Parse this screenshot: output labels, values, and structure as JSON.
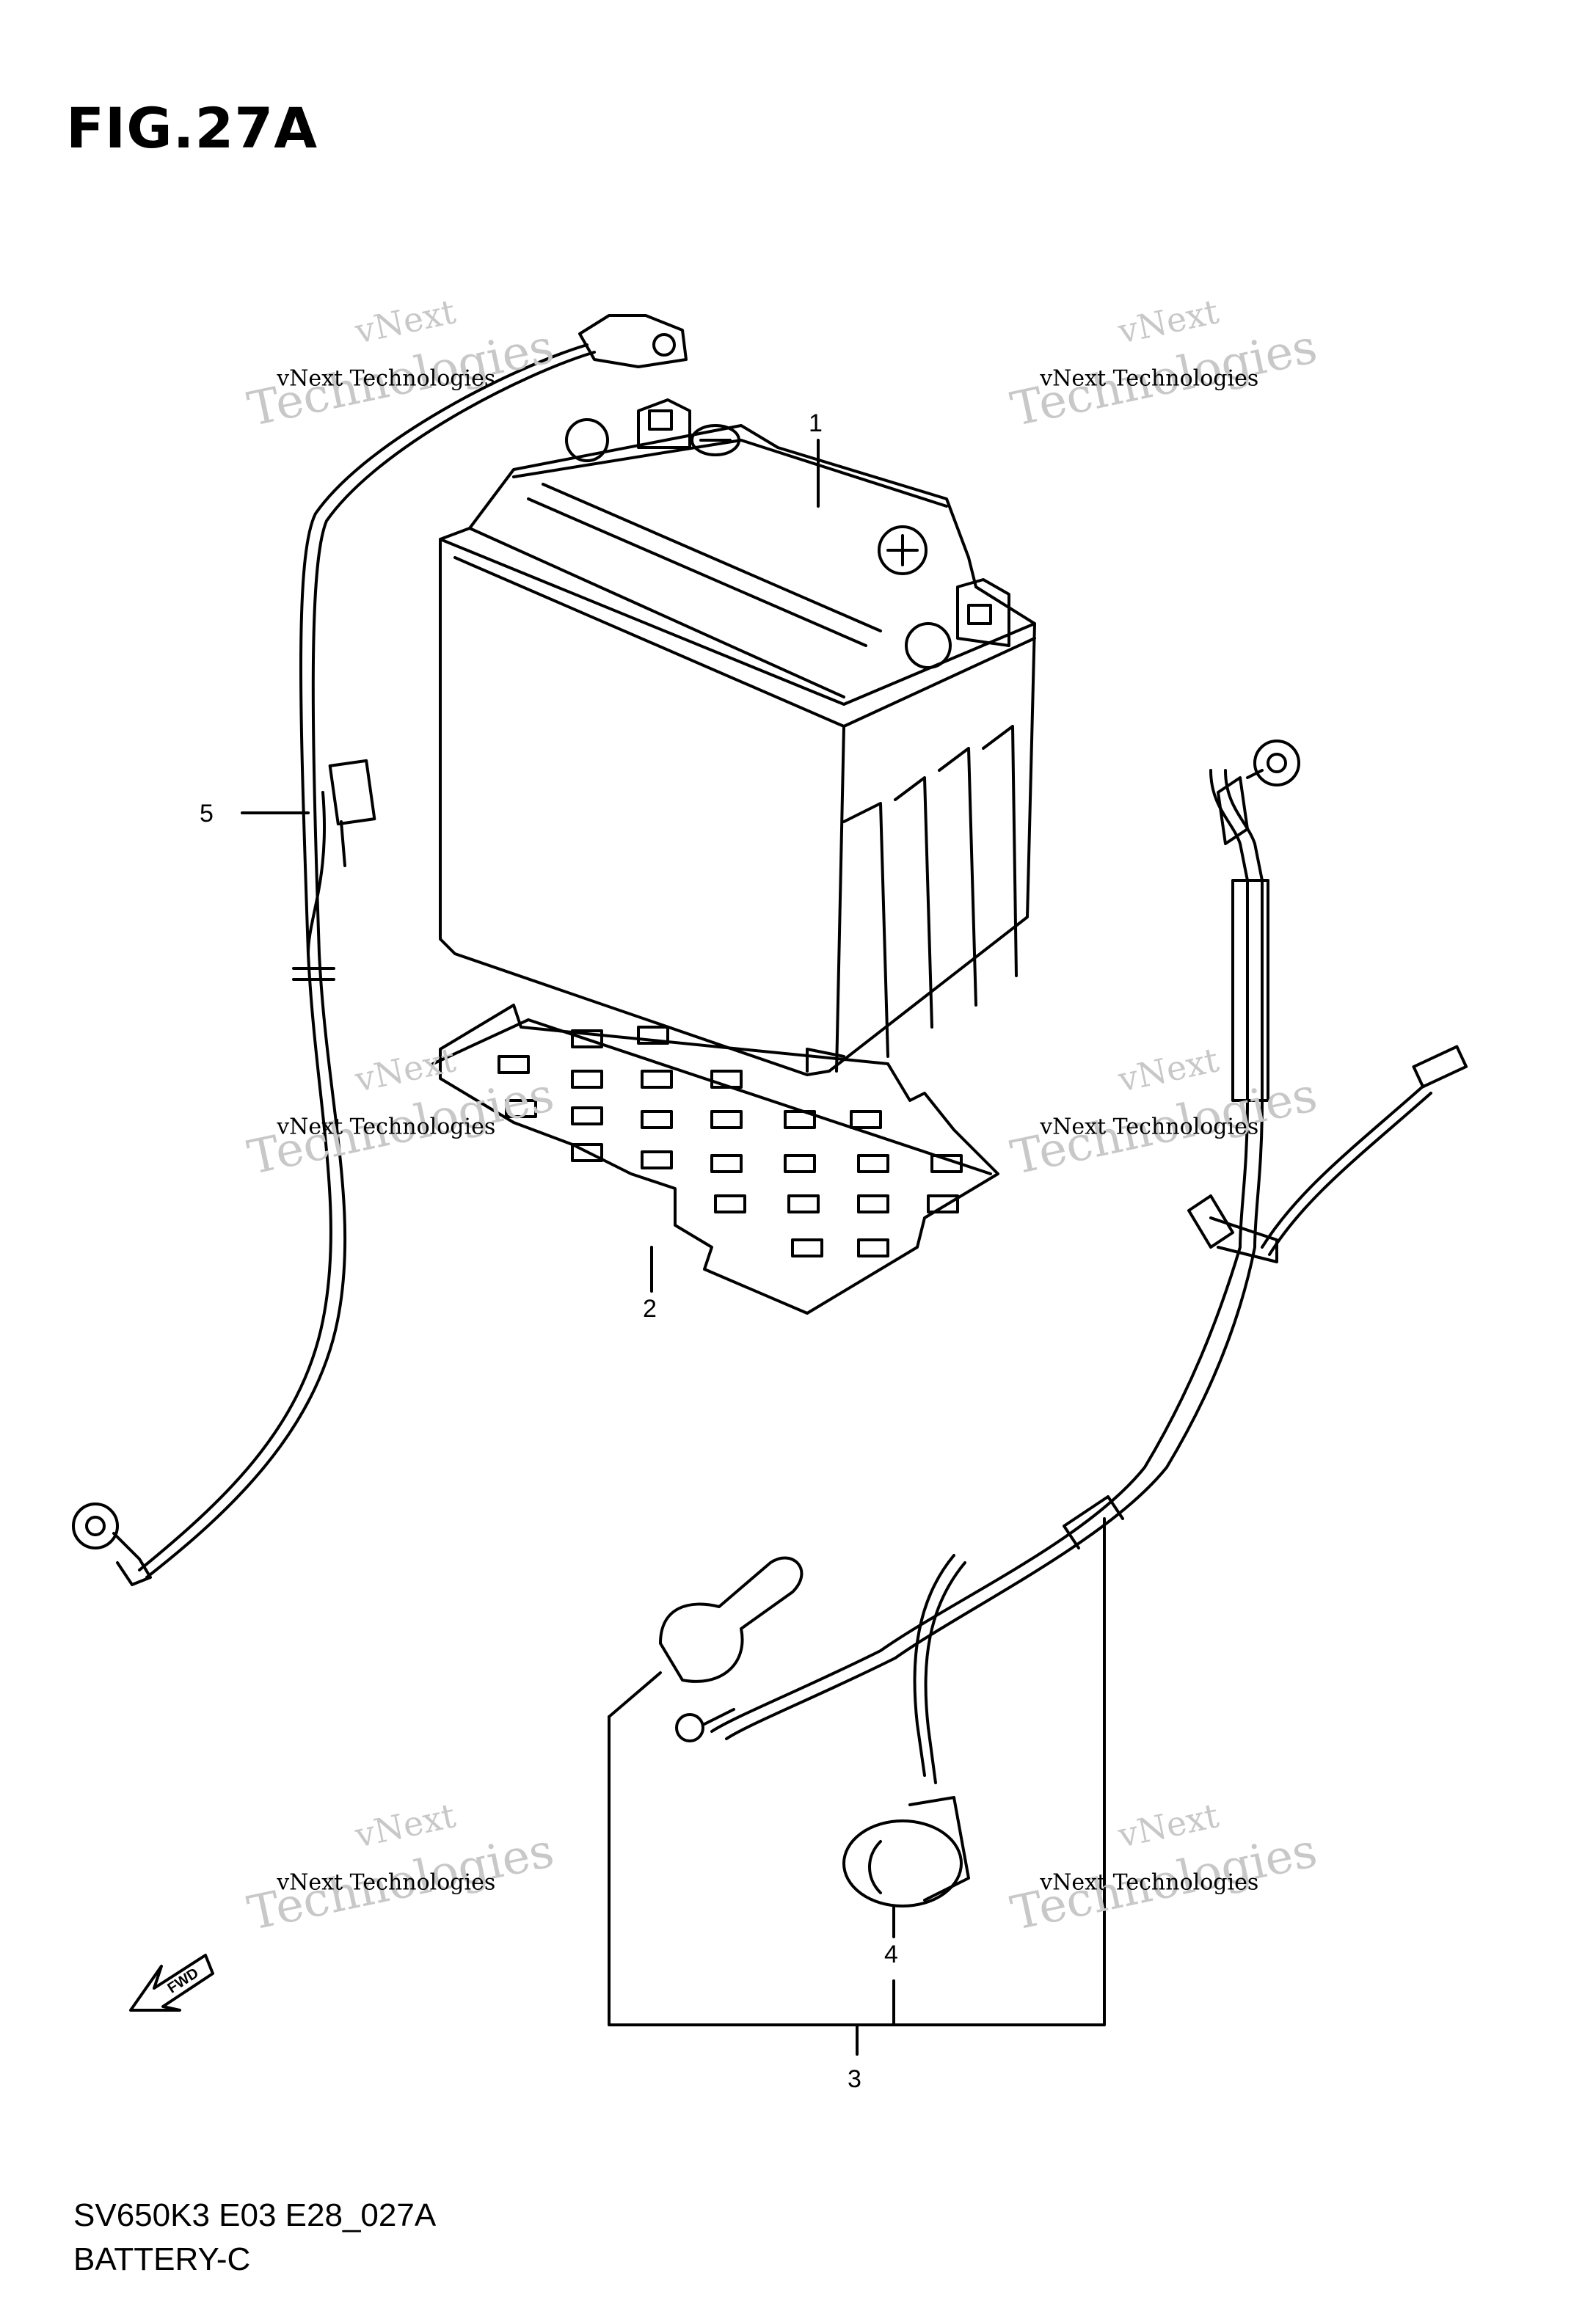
{
  "figure": {
    "title": "FIG.27A"
  },
  "footer": {
    "code": "SV650K3 E03 E28_027A",
    "name": "BATTERY-C"
  },
  "fwd_label": "FWD",
  "callouts": [
    {
      "id": "1",
      "label": "1"
    },
    {
      "id": "2",
      "label": "2"
    },
    {
      "id": "3",
      "label": "3"
    },
    {
      "id": "4",
      "label": "4"
    },
    {
      "id": "5",
      "label": "5"
    }
  ],
  "watermark": {
    "line_small": "vNext Technologies",
    "line_big_1": "vNext",
    "line_big_2": "Technologies"
  }
}
